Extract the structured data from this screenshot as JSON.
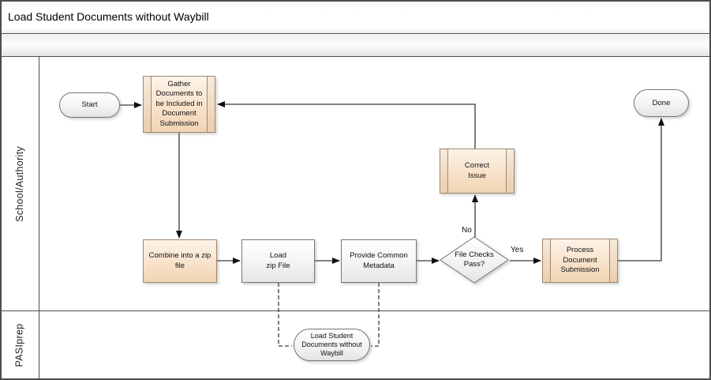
{
  "title": "Load Student Documents without Waybill",
  "lanes": [
    {
      "label": "School/Authority"
    },
    {
      "label": "PASIprep"
    }
  ],
  "nodes": {
    "start": {
      "label": "Start",
      "type": "start-event"
    },
    "gather": {
      "label": "Gather\nDocuments to\nbe Included in\nDocument\nSubmission",
      "type": "subprocess"
    },
    "combine": {
      "label": "Combine into a zip\nfile",
      "type": "task"
    },
    "load_zip": {
      "label": "Load\nzip File",
      "type": "task"
    },
    "metadata": {
      "label": "Provide Common\nMetadata",
      "type": "task"
    },
    "decision": {
      "label": "File Checks\nPass?",
      "type": "decision"
    },
    "correct_issue": {
      "label": "Correct\nIssue",
      "type": "subprocess"
    },
    "process_submission": {
      "label": "Process\nDocument\nSubmission",
      "type": "subprocess"
    },
    "done": {
      "label": "Done",
      "type": "end-event"
    },
    "pasiprep_service": {
      "label": "Load Student\nDocuments without\nWaybill",
      "type": "referenced-process"
    }
  },
  "edge_labels": {
    "no": "No",
    "yes": "Yes"
  },
  "colors": {
    "task_fill_top": "#fdf3e8",
    "task_fill_bottom": "#f1d4b4",
    "task_border": "#9e8873",
    "neutral_fill_bottom": "#e6e6e6",
    "neutral_border": "#767676",
    "lane_border": "#4d4d4d",
    "connector": "#3a3a3a"
  }
}
